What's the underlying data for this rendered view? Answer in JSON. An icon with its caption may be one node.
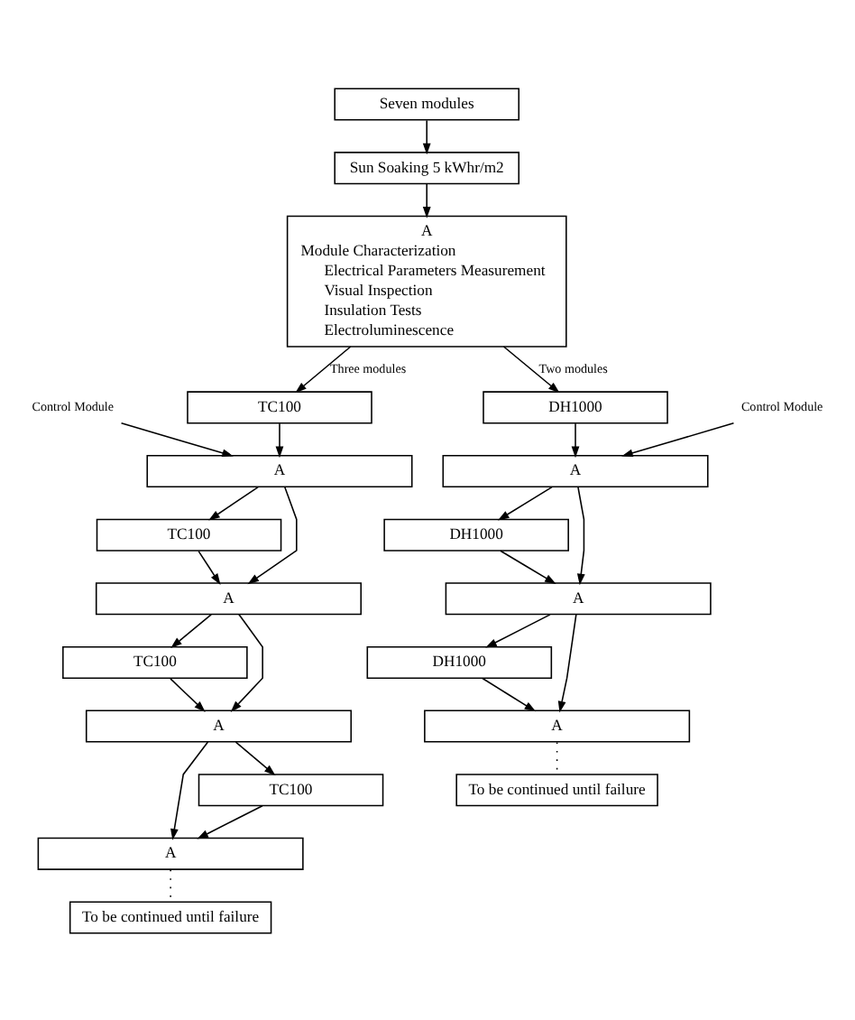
{
  "diagram": {
    "nodes": [
      {
        "text": [
          "Seven modules"
        ]
      },
      {
        "text": [
          "Sun Soaking 5 kWhr/m2"
        ]
      },
      {
        "text": [
          "A",
          "Module Characterization",
          "Electrical Parameters Measurement",
          "Visual Inspection",
          "Insulation Tests",
          "Electroluminescence"
        ]
      },
      {
        "text": [
          "Control Module"
        ]
      },
      {
        "text": [
          "Control Module"
        ]
      },
      {
        "text": [
          "TC100"
        ]
      },
      {
        "text": [
          "A"
        ]
      },
      {
        "text": [
          "TC100"
        ]
      },
      {
        "text": [
          "A"
        ]
      },
      {
        "text": [
          "TC100"
        ]
      },
      {
        "text": [
          "A"
        ]
      },
      {
        "text": [
          "TC100"
        ]
      },
      {
        "text": [
          "A"
        ]
      },
      {
        "text": [
          "To be continued until failure"
        ]
      },
      {
        "text": [
          "DH1000"
        ]
      },
      {
        "text": [
          "A"
        ]
      },
      {
        "text": [
          "DH1000"
        ]
      },
      {
        "text": [
          "A"
        ]
      },
      {
        "text": [
          "DH1000"
        ]
      },
      {
        "text": [
          "A"
        ]
      },
      {
        "text": [
          "To be continued until failure"
        ]
      }
    ],
    "edges": [
      {
        "from": 0,
        "to": 1,
        "arrow": "to"
      },
      {
        "from": 1,
        "to": 2,
        "arrow": "to"
      },
      {
        "from": 2,
        "to": 5,
        "arrow": "to",
        "label": "Three modules"
      },
      {
        "from": 2,
        "to": 14,
        "arrow": "to",
        "label": "Two modules"
      },
      {
        "from": 3,
        "to": 6,
        "arrow": "to"
      },
      {
        "from": 5,
        "to": 6,
        "arrow": "to"
      },
      {
        "from": 6,
        "to": 7,
        "arrow": "to"
      },
      {
        "from": 6,
        "to": 8,
        "arrow": "to"
      },
      {
        "from": 7,
        "to": 8,
        "arrow": "to"
      },
      {
        "from": 8,
        "to": 9,
        "arrow": "to"
      },
      {
        "from": 8,
        "to": 10,
        "arrow": "to"
      },
      {
        "from": 9,
        "to": 10,
        "arrow": "to"
      },
      {
        "from": 10,
        "to": 11,
        "arrow": "to"
      },
      {
        "from": 10,
        "to": 12,
        "arrow": "to"
      },
      {
        "from": 11,
        "to": 12,
        "arrow": "to"
      },
      {
        "from": 12,
        "to": 13,
        "arrow": "none",
        "style": "dashed"
      },
      {
        "from": 4,
        "to": 15,
        "arrow": "to"
      },
      {
        "from": 14,
        "to": 15,
        "arrow": "to"
      },
      {
        "from": 15,
        "to": 16,
        "arrow": "to"
      },
      {
        "from": 15,
        "to": 17,
        "arrow": "to"
      },
      {
        "from": 16,
        "to": 17,
        "arrow": "to"
      },
      {
        "from": 17,
        "to": 18,
        "arrow": "to"
      },
      {
        "from": 17,
        "to": 19,
        "arrow": "to"
      },
      {
        "from": 18,
        "to": 19,
        "arrow": "to"
      },
      {
        "from": 19,
        "to": 20,
        "arrow": "none",
        "style": "dashed"
      }
    ]
  }
}
